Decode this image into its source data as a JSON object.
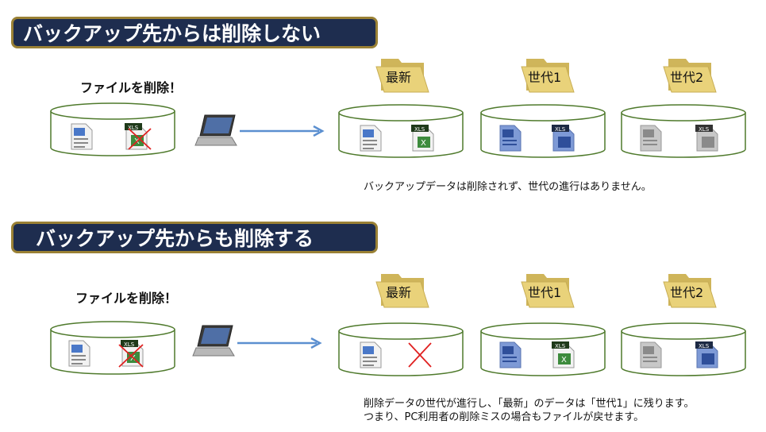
{
  "section1": {
    "banner": "バックアップ先からは削除しない",
    "caption": "ファイルを削除！",
    "folders": [
      "最新",
      "世代1",
      "世代2"
    ],
    "note_lines": [
      "バックアップデータは削除されず、世代の進行はありません。"
    ]
  },
  "section2": {
    "banner": "バックアップ先からも削除する",
    "caption": "ファイルを削除！",
    "folders": [
      "最新",
      "世代1",
      "世代2"
    ],
    "note_lines": [
      "削除データの世代が進行し、「最新」のデータは「世代1」に残ります。",
      "つまり、PC利用者の削除ミスの場合もファイルが戻せます。"
    ]
  },
  "icons": {
    "xls_tag": "XLS"
  },
  "colors": {
    "banner_bg": "#1e2d4f",
    "banner_border": "#9a8135",
    "disk_outline": "#4f7a2c",
    "arrow": "#5b8fd0",
    "delete_x": "#e02020",
    "folder": "#e9d27a"
  }
}
